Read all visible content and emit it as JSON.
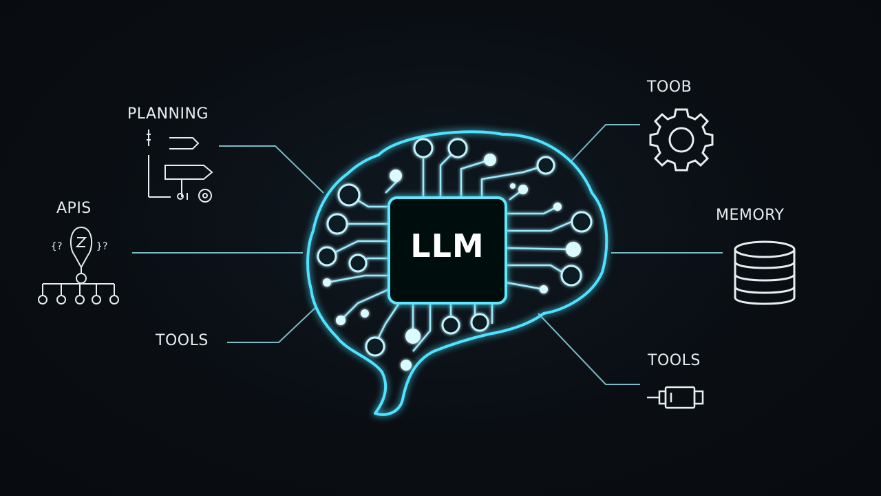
{
  "center": {
    "label": "LLM"
  },
  "nodes": {
    "planning": {
      "label": "PLANNING"
    },
    "apis": {
      "label": "APIS"
    },
    "tools_left": {
      "label": "TOOLS"
    },
    "toob": {
      "label": "TOOB"
    },
    "memory": {
      "label": "MEMORY"
    },
    "tools_right": {
      "label": "TOOLS"
    }
  },
  "colors": {
    "background": "#0b0f14",
    "glow": "#4fe3ff",
    "line": "#8fd8e6",
    "icon": "#e6eef0"
  },
  "icons": {
    "planning": "flowchart-icon",
    "apis": "api-tree-icon",
    "toob": "gear-icon",
    "memory": "database-icon",
    "tools_right": "plug-icon"
  }
}
